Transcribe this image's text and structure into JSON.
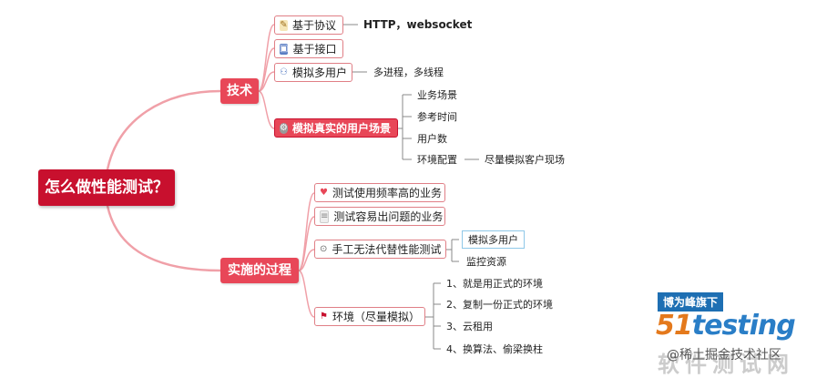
{
  "root": {
    "label": "怎么做性能测试？"
  },
  "branches": {
    "tech": {
      "label": "技术",
      "items": {
        "protocol": {
          "label": "基于协议",
          "icon": "notepad-icon",
          "detail": "HTTP，websocket"
        },
        "interface": {
          "label": "基于接口",
          "icon": "interface-icon"
        },
        "multiuser": {
          "label": "模拟多用户",
          "icon": "network-icon",
          "detail": "多进程，多线程"
        },
        "scene": {
          "label": "模拟真实的用户场景",
          "icon": "gear-icon",
          "children": [
            "业务场景",
            "参考时间",
            "用户数",
            "环境配置"
          ],
          "env_detail": "尽量模拟客户现场"
        }
      }
    },
    "process": {
      "label": "实施的过程",
      "items": {
        "freq": {
          "label": "测试使用频率高的业务",
          "icon": "heart-icon"
        },
        "prone": {
          "label": "测试容易出问题的业务",
          "icon": "document-icon"
        },
        "manual": {
          "label": "手工无法代替性能测试",
          "icon": "clock-icon",
          "children": [
            "模拟多用户",
            "监控资源"
          ]
        },
        "env": {
          "label": "环境（尽量模拟）",
          "icon": "flag-icon",
          "children": [
            "1、就是用正式的环境",
            "2、复制一份正式的环境",
            "3、云租用",
            "4、换算法、偷梁换柱"
          ]
        }
      }
    }
  },
  "watermark": {
    "tag": "博为峰旗下",
    "logo_num": "51",
    "logo_word": "testing",
    "sub": "软件测试网",
    "text": "@稀土掘金技术社区"
  },
  "colors": {
    "root": "#c8102e",
    "branch": "#e84758",
    "line": "#f0a0a8",
    "leaf_line": "#888888"
  }
}
